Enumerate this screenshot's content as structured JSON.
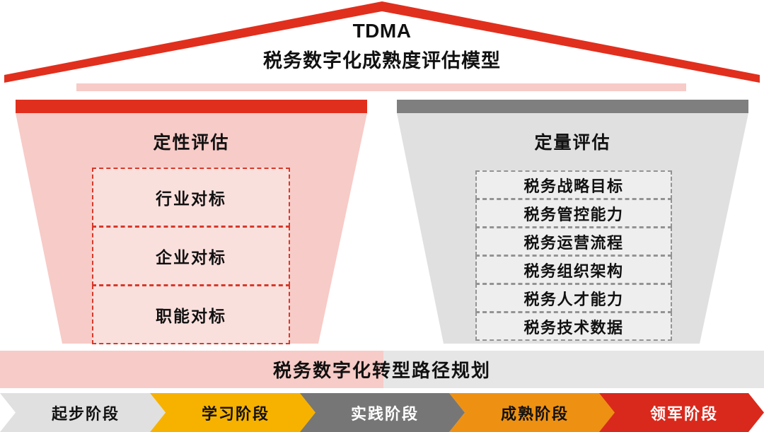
{
  "roof": {
    "title": "TDMA",
    "subtitle": "税务数字化成熟度评估模型",
    "color": "#e12f1e"
  },
  "columns": [
    {
      "id": "qualitative",
      "title": "定性评估",
      "cap_color": "#e12f1e",
      "body_color": "#f7cbc7",
      "box_border_color": "#d7392a",
      "box_fill_color": "#fae0dd",
      "items": [
        "行业对标",
        "企业对标",
        "职能对标"
      ]
    },
    {
      "id": "quantitative",
      "title": "定量评估",
      "cap_color": "#7f7f7f",
      "body_color": "#e0e0e0",
      "box_border_color": "#939393",
      "box_fill_color": "#eeeeee",
      "items": [
        "税务战略目标",
        "税务管控能力",
        "税务运营流程",
        "税务组织架构",
        "税务人才能力",
        "税务技术数据"
      ]
    }
  ],
  "foundation": {
    "label": "税务数字化转型路径规划",
    "left_color": "#f7cbc7",
    "right_color": "#e6e6e6"
  },
  "stages": [
    {
      "label": "起步阶段",
      "bg": "#e0e0e0",
      "fg": "#111111"
    },
    {
      "label": "学习阶段",
      "bg": "#f7b200",
      "fg": "#111111"
    },
    {
      "label": "实践阶段",
      "bg": "#767676",
      "fg": "#ffffff"
    },
    {
      "label": "成熟阶段",
      "bg": "#ee9113",
      "fg": "#111111"
    },
    {
      "label": "领军阶段",
      "bg": "#d9291c",
      "fg": "#ffffff"
    }
  ]
}
